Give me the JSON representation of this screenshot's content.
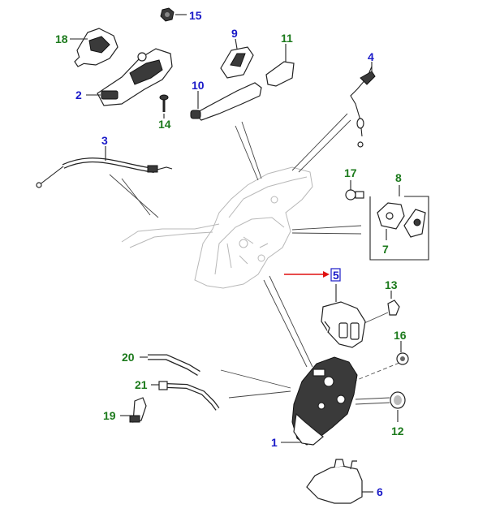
{
  "diagram": {
    "callouts": [
      {
        "id": "c1",
        "text": "1",
        "color": "blue"
      },
      {
        "id": "c2",
        "text": "2",
        "color": "blue"
      },
      {
        "id": "c3",
        "text": "3",
        "color": "blue"
      },
      {
        "id": "c4",
        "text": "4",
        "color": "blue"
      },
      {
        "id": "c5",
        "text": "5",
        "color": "blue",
        "highlighted": true
      },
      {
        "id": "c6",
        "text": "6",
        "color": "blue"
      },
      {
        "id": "c7",
        "text": "7",
        "color": "green"
      },
      {
        "id": "c8",
        "text": "8",
        "color": "green"
      },
      {
        "id": "c9",
        "text": "9",
        "color": "blue"
      },
      {
        "id": "c10",
        "text": "10",
        "color": "blue"
      },
      {
        "id": "c11",
        "text": "11",
        "color": "green"
      },
      {
        "id": "c12",
        "text": "12",
        "color": "green"
      },
      {
        "id": "c13",
        "text": "13",
        "color": "green"
      },
      {
        "id": "c14",
        "text": "14",
        "color": "green"
      },
      {
        "id": "c15",
        "text": "15",
        "color": "blue"
      },
      {
        "id": "c16",
        "text": "16",
        "color": "green"
      },
      {
        "id": "c17",
        "text": "17",
        "color": "green"
      },
      {
        "id": "c18",
        "text": "18",
        "color": "green"
      },
      {
        "id": "c19",
        "text": "19",
        "color": "green"
      },
      {
        "id": "c20",
        "text": "20",
        "color": "green"
      },
      {
        "id": "c21",
        "text": "21",
        "color": "green"
      }
    ],
    "colors": {
      "blue_callout": "#1a1ac8",
      "green_callout": "#1c7a1c",
      "highlight_arrow": "#e01010",
      "highlight_box": "#1a1ac8"
    }
  }
}
